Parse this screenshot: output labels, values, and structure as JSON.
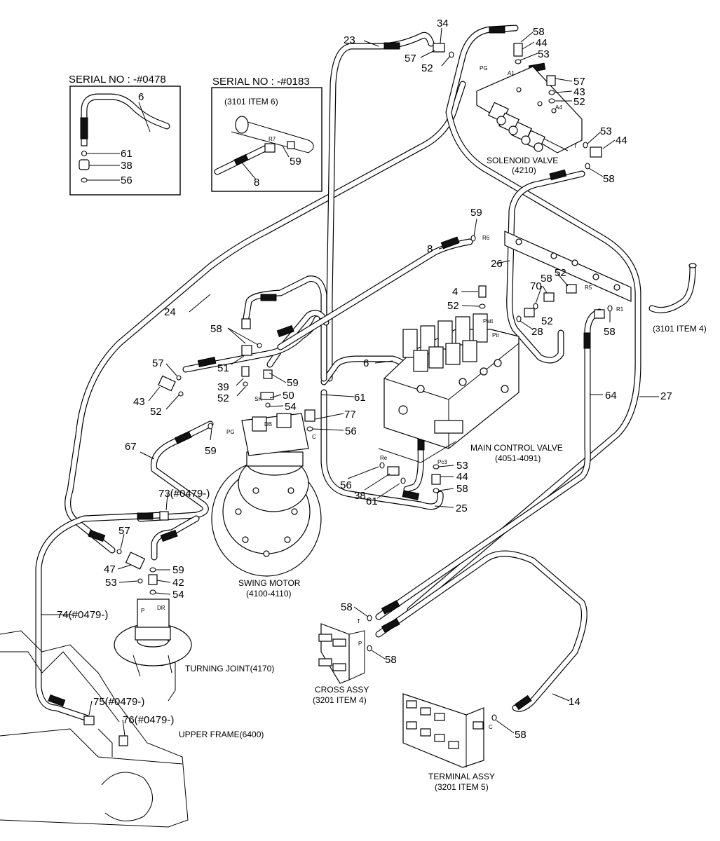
{
  "serial_boxes": [
    {
      "title": "SERIAL NO : -#0478",
      "items": [
        "6",
        "61",
        "38",
        "56"
      ]
    },
    {
      "title": "SERIAL NO : -#0183",
      "subtitle": "(3101 ITEM 6)",
      "items": [
        "R7",
        "59",
        "8"
      ]
    }
  ],
  "components": [
    {
      "name": "SOLENOID VALVE",
      "code": "(4210)"
    },
    {
      "name": "MAIN CONTROL VALVE",
      "code": "(4051-4091)"
    },
    {
      "name": "SWING MOTOR",
      "code": "(4100-4110)"
    },
    {
      "name": "TURNING JOINT(4170)"
    },
    {
      "name": "UPPER FRAME(6400)"
    },
    {
      "name": "CROSS ASSY",
      "code": "(3201 ITEM 4)"
    },
    {
      "name": "TERMINAL ASSY",
      "code": "(3201 ITEM 5)"
    },
    {
      "name": "(3101 ITEM 4)"
    }
  ],
  "callouts": {
    "top": [
      "23",
      "34",
      "57",
      "52",
      "58",
      "44",
      "53",
      "57",
      "43",
      "52",
      "53",
      "44",
      "58"
    ],
    "middle": [
      "59",
      "8",
      "26",
      "4",
      "52",
      "70",
      "58",
      "52",
      "28",
      "52",
      "58",
      "6",
      "24",
      "58",
      "57",
      "51",
      "39",
      "52",
      "43",
      "52",
      "59",
      "50",
      "54",
      "61",
      "77",
      "56",
      "67",
      "59",
      "64",
      "27"
    ],
    "lower": [
      "53",
      "44",
      "58",
      "56",
      "38",
      "61",
      "25",
      "73(#0479-)",
      "57",
      "47",
      "59",
      "53",
      "42",
      "54",
      "74(#0479-)",
      "58",
      "58",
      "14",
      "58",
      "75(#0479-)",
      "76(#0479-)"
    ]
  },
  "port_tags": [
    "PG",
    "A1",
    "A4",
    "T",
    "R6",
    "R5",
    "R1",
    "Patt",
    "Ptr",
    "Pc3",
    "SH",
    "DB",
    "PG",
    "C",
    "Re",
    "P",
    "DR",
    "T",
    "P",
    "C"
  ]
}
